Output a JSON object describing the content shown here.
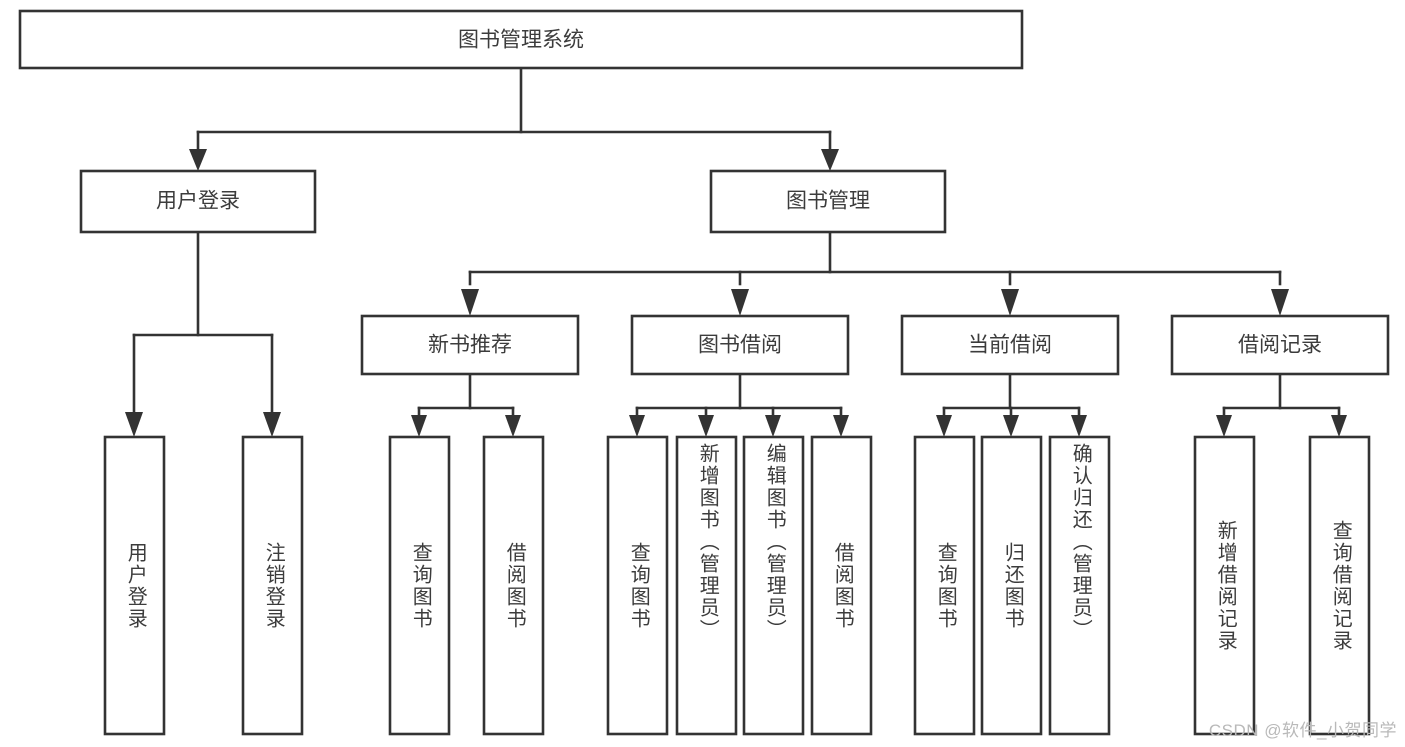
{
  "diagram": {
    "title": "图书管理系统",
    "type": "tree-hierarchy",
    "root": {
      "label": "图书管理系统"
    },
    "level2": [
      {
        "id": "user-login",
        "label": "用户登录"
      },
      {
        "id": "book-management",
        "label": "图书管理"
      }
    ],
    "level3": [
      {
        "id": "new-book-recommend",
        "label": "新书推荐"
      },
      {
        "id": "book-borrow",
        "label": "图书借阅"
      },
      {
        "id": "current-borrow",
        "label": "当前借阅"
      },
      {
        "id": "borrow-record",
        "label": "借阅记录"
      }
    ],
    "leaves": {
      "user_login": [
        {
          "id": "leaf-user-login",
          "label": "用户登录"
        },
        {
          "id": "leaf-logout-login",
          "label": "注销登录"
        }
      ],
      "new_book_recommend": [
        {
          "id": "leaf-query-book-1",
          "label": "查询图书"
        },
        {
          "id": "leaf-borrow-book-1",
          "label": "借阅图书"
        }
      ],
      "book_borrow": [
        {
          "id": "leaf-query-book-2",
          "label": "查询图书"
        },
        {
          "id": "leaf-add-book",
          "label": "新增图书（管理员）"
        },
        {
          "id": "leaf-edit-book",
          "label": "编辑图书（管理员）"
        },
        {
          "id": "leaf-borrow-book-2",
          "label": "借阅图书"
        }
      ],
      "current_borrow": [
        {
          "id": "leaf-query-book-3",
          "label": "查询图书"
        },
        {
          "id": "leaf-return-book",
          "label": "归还图书"
        },
        {
          "id": "leaf-confirm-return",
          "label": "确认归还（管理员）"
        }
      ],
      "borrow_record": [
        {
          "id": "leaf-add-record",
          "label": "新增借阅记录"
        },
        {
          "id": "leaf-query-record",
          "label": "查询借阅记录"
        }
      ]
    },
    "watermark": "CSDN @软件_小贺同学",
    "colors": {
      "stroke": "#333333",
      "fill": "#ffffff",
      "text": "#3c3c3c",
      "watermark": "#b9b9b9",
      "background": "#ffffff"
    }
  }
}
